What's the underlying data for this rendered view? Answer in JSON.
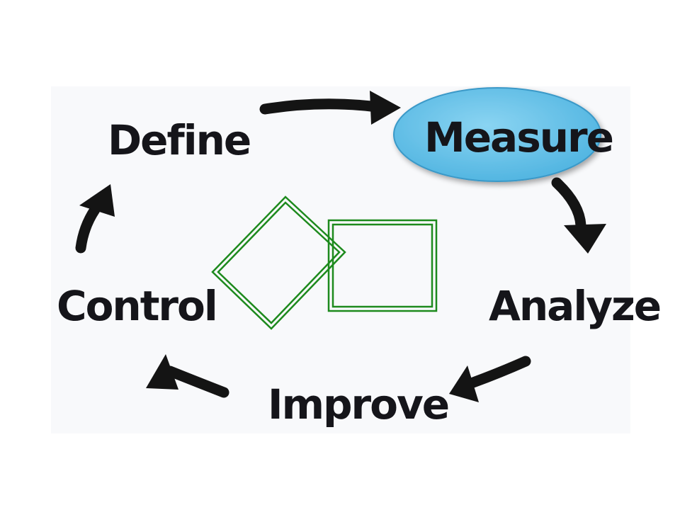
{
  "diagram": {
    "stages": {
      "define": "Define",
      "measure": "Measure",
      "analyze": "Analyze",
      "improve": "Improve",
      "control": "Control"
    },
    "highlighted_stage": "measure",
    "colors": {
      "highlight_fill": "#5fbde6",
      "highlight_stroke": "#2f8fc0",
      "arrow": "#141414",
      "text": "#15151a",
      "overlay_shapes": "#1d8a1d",
      "panel_background": "#f8f9fb"
    },
    "flow": [
      "define",
      "measure",
      "analyze",
      "improve",
      "control",
      "define"
    ]
  }
}
